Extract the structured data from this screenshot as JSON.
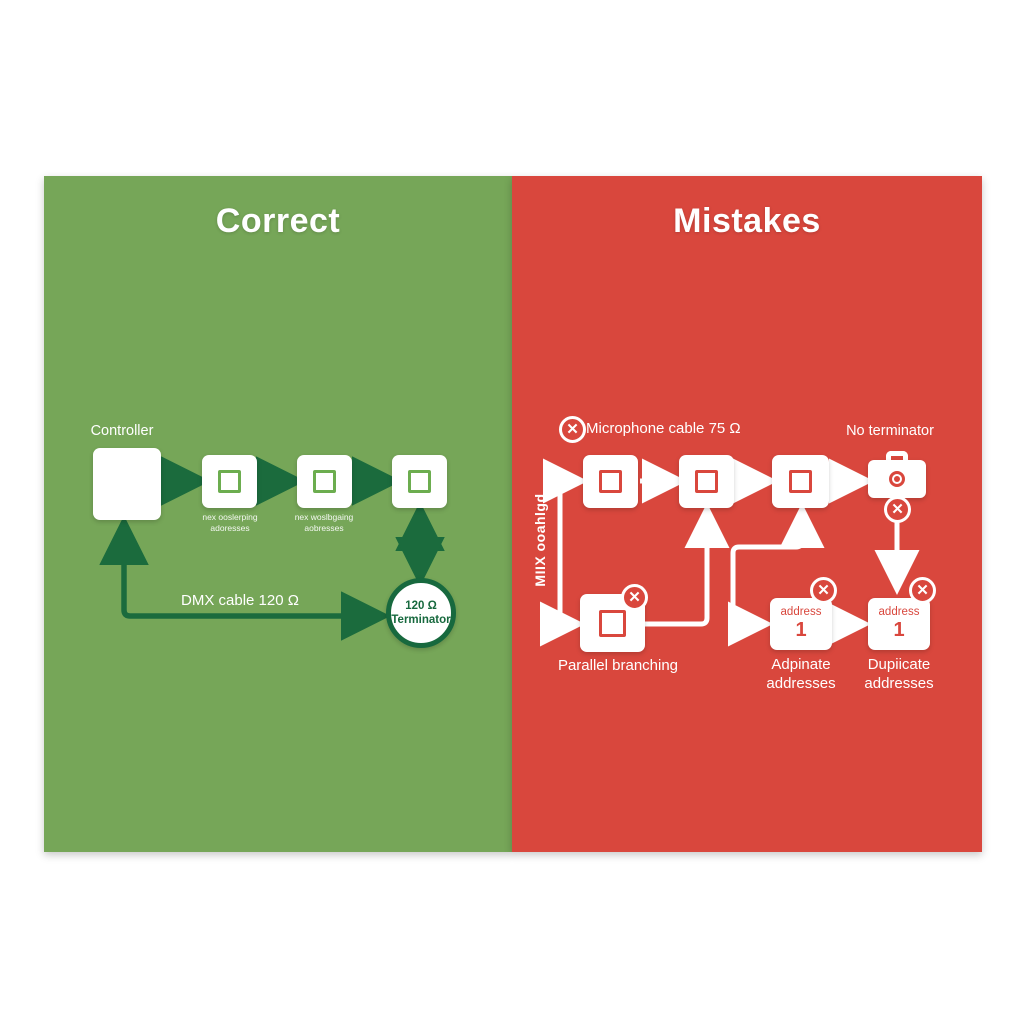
{
  "correct": {
    "title": "Correct",
    "bg_color": "#76A658",
    "wire_color": "#1B6B3D",
    "controller_label": "Controller",
    "fixture1_label_line1": "nex ooslerping",
    "fixture1_label_line2": "adoresses",
    "fixture2_label_line1": "nex woslbgaing",
    "fixture2_label_line2": "aobresses",
    "cable_label": "DMX cable 120 Ω",
    "terminator_line1": "120 Ω",
    "terminator_line2": "Terminator"
  },
  "mistakes": {
    "title": "Mistakes",
    "bg_color": "#D9473D",
    "wire_color": "#FFFFFF",
    "mic_cable_label": "Microphone cable 75 Ω",
    "no_terminator_label": "No terminator",
    "vertical_label": "MIIX ooahlgd",
    "parallel_label": "Parallel branching",
    "address_word": "address",
    "address_number": "1",
    "adpinate_line1": "Adpinate",
    "adpinate_line2": "addresses",
    "duplicate_line1": "Dupiicate",
    "duplicate_line2": "addresses"
  },
  "icons": {
    "error_x": "✕"
  }
}
